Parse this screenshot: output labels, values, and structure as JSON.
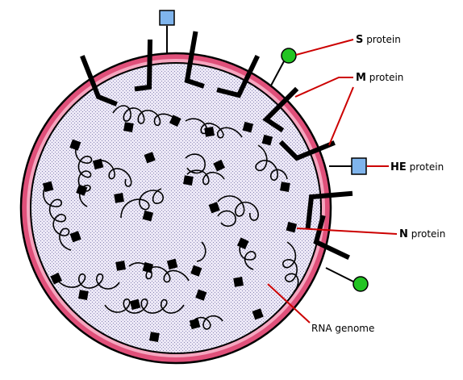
{
  "labels": {
    "s_protein": {
      "initial": "S",
      "rest": " protein"
    },
    "m_protein": {
      "initial": "M",
      "rest": " protein"
    },
    "he_protein": {
      "initial": "HE",
      "rest": " protein"
    },
    "n_protein": {
      "initial": "N",
      "rest": " protein"
    },
    "rna_genome": "RNA genome"
  },
  "colors": {
    "envelope": "#e0507a",
    "envelope_inner": "#f4a6bf",
    "interior": "#ece8f6",
    "stipple": "#8a86b4",
    "s_protein": "#22c422",
    "he_protein": "#7fb4ec",
    "leader_line": "#cc0000",
    "outline": "#000000"
  },
  "icons": [
    "s-protein-spike",
    "m-protein-bar",
    "he-protein-square",
    "n-protein-square",
    "rna-coil"
  ]
}
